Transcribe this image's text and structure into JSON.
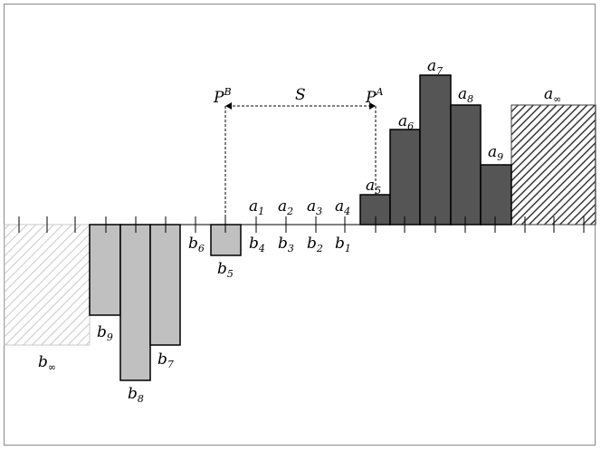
{
  "diagram": {
    "bid_labels": [
      "b",
      "b",
      "b",
      "b",
      "b",
      "b",
      "b",
      "b",
      "b",
      "b"
    ],
    "bid_subs": [
      "1",
      "2",
      "3",
      "4",
      "5",
      "6",
      "7",
      "8",
      "9",
      "∞"
    ],
    "ask_labels": [
      "a",
      "a",
      "a",
      "a",
      "a",
      "a",
      "a",
      "a",
      "a",
      "a"
    ],
    "ask_subs": [
      "1",
      "2",
      "3",
      "4",
      "5",
      "6",
      "7",
      "8",
      "9",
      "∞"
    ],
    "pb_main": "P",
    "pb_sup": "B",
    "pa_main": "P",
    "pa_sup": "A",
    "spread_label": "S",
    "colors": {
      "bid_fill": "#c0c0c0",
      "ask_fill": "#555555",
      "bid_hatch": "#c8c8c8",
      "ask_hatch": "#3a3a3a",
      "frame": "#8a8a8a"
    }
  }
}
